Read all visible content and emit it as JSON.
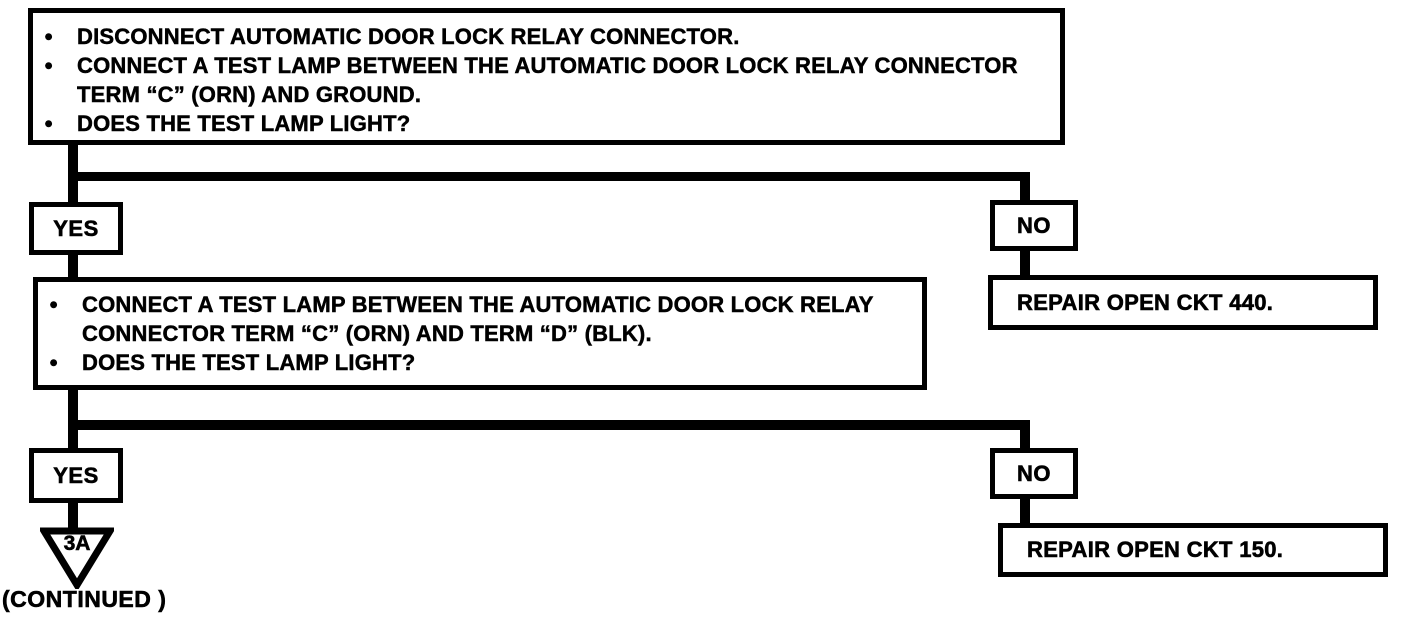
{
  "palette": {
    "ink": "#000000",
    "paper": "#ffffff"
  },
  "step1": {
    "items": [
      {
        "bullet": "●",
        "text": "DISCONNECT AUTOMATIC DOOR LOCK RELAY CONNECTOR."
      },
      {
        "bullet": "●",
        "text": "CONNECT A TEST LAMP BETWEEN THE AUTOMATIC DOOR LOCK RELAY CONNECTOR"
      },
      {
        "bullet": "",
        "text": "TERM “C” (ORN) AND GROUND."
      },
      {
        "bullet": "●",
        "text": "DOES THE TEST LAMP LIGHT?"
      }
    ]
  },
  "branch1": {
    "yes_label": "YES",
    "no_label": "NO",
    "no_action": "REPAIR OPEN CKT 440."
  },
  "step2": {
    "items": [
      {
        "bullet": "●",
        "text": "CONNECT A TEST LAMP BETWEEN THE AUTOMATIC DOOR LOCK RELAY"
      },
      {
        "bullet": "",
        "text": "CONNECTOR TERM “C” (ORN) AND TERM “D” (BLK)."
      },
      {
        "bullet": "●",
        "text": "DOES THE TEST LAMP LIGHT?"
      }
    ]
  },
  "branch2": {
    "yes_label": "YES",
    "no_label": "NO",
    "no_action": "REPAIR OPEN CKT 150."
  },
  "continuation": {
    "connector_label": "3A",
    "caption": "(CONTINUED )"
  }
}
